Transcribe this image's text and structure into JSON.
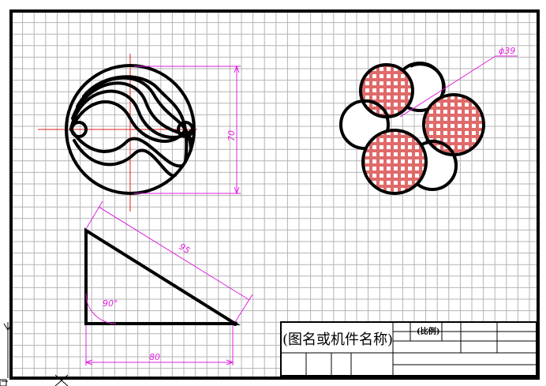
{
  "colors": {
    "background": "#ffffff",
    "grid": "#b4b4b4",
    "outline": "#000000",
    "centerline": "#e0201c",
    "dimension": "#e020e0",
    "hatch": "#e06a6a"
  },
  "dimensions": {
    "height_label": "70",
    "diameter_label": "ϕ39",
    "hypotenuse_label": "95",
    "angle_label": "90°",
    "base_label": "80"
  },
  "title_block": {
    "name_label": "(图名或机件名称)",
    "scale_label": "(比例)"
  },
  "icons": {
    "ucs_marker": "ucs-icon",
    "cursor_marker": "crosshair-icon"
  }
}
